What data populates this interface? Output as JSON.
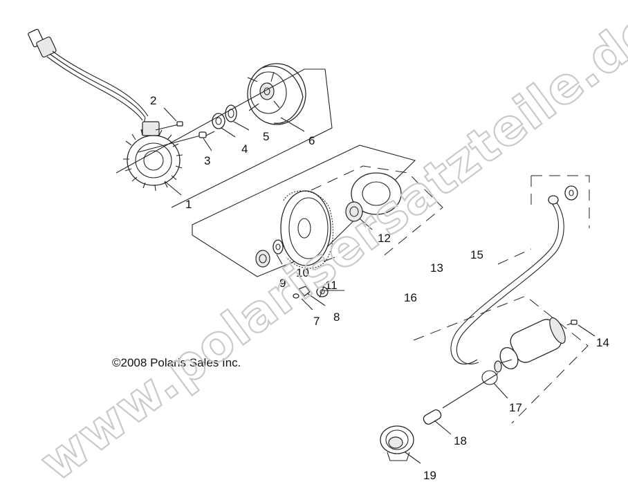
{
  "copyright": "©2008 Polaris Sales Inc.",
  "watermark": "www.polarisersatzteile.de",
  "callouts": [
    "1",
    "2",
    "3",
    "4",
    "5",
    "6",
    "7",
    "8",
    "9",
    "10",
    "11",
    "12",
    "13",
    "14",
    "15",
    "16",
    "17",
    "18",
    "19"
  ]
}
